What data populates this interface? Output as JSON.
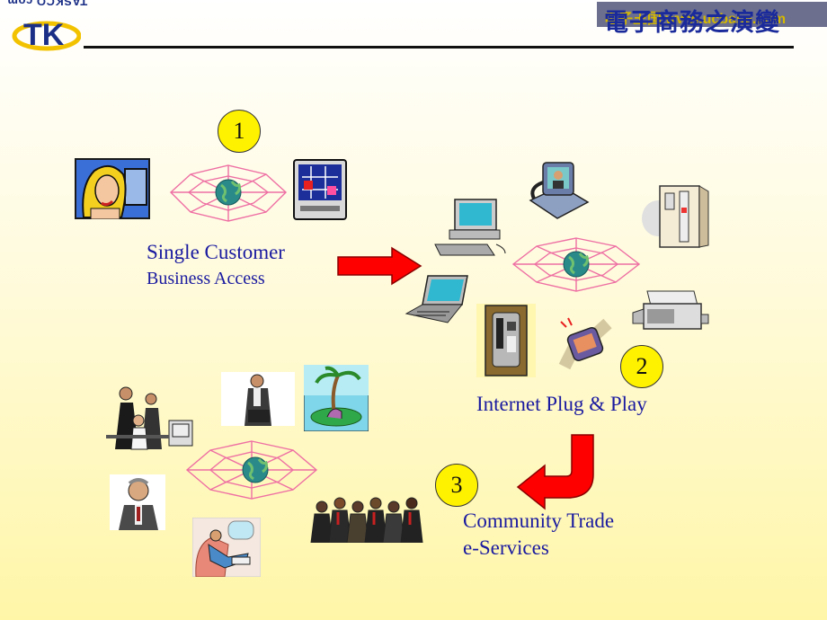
{
  "header": {
    "logo_text": "TASKCO.com",
    "logo_mark": "TK",
    "title": "電子商務之演變",
    "watermark": "电子王国 www.ucbase.com"
  },
  "steps": [
    {
      "number": "1",
      "label_line1": "Single  Customer",
      "label_line2": "Business Access"
    },
    {
      "number": "2",
      "label_line1": "Internet Plug & Play"
    },
    {
      "number": "3",
      "label_line1": "Community Trade",
      "label_line2": "e-Services"
    }
  ],
  "colors": {
    "arrow": "#ff0000",
    "web": "#ee6fa3",
    "globe": "#2a8a8a",
    "label": "#1a1aa0",
    "badge": "#fff200"
  }
}
